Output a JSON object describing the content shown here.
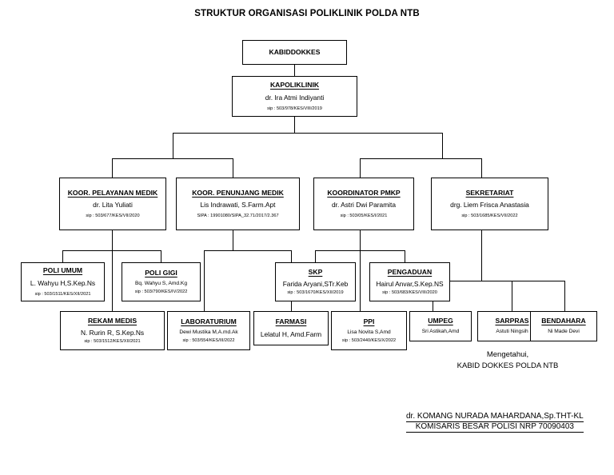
{
  "document": {
    "title": "STRUKTUR ORGANISASI POLIKLINIK POLDA NTB"
  },
  "nodes": {
    "kabiddokkes": {
      "header": "KABIDDOKKES",
      "name": "",
      "sip": ""
    },
    "kapoliklinik": {
      "header": "KAPOLIKLINIK",
      "name": "dr. Ira Atmi Indiyanti",
      "sip": "sip : 503/978/KES/VIII/2019"
    },
    "pelayanan_medik": {
      "header": "KOOR. PELAYANAN MEDIK",
      "name": "dr. Lita Yuliati",
      "sip": "sip : 503/677/KES/VII/2020"
    },
    "penunjang_medik": {
      "header": "KOOR. PENUNJANG MEDIK",
      "name": "Lis Indrawati, S.Farm.Apt",
      "sip": "SIPA : 19901080/SIPA_32.71/2017/2.367"
    },
    "koordinator_pmkp": {
      "header": "KOORDINATOR PMKP",
      "name": "dr. Astri Dwi Paramita",
      "sip": "sip : 503/05/KES/I/2021"
    },
    "sekretariat": {
      "header": "SEKRETARIAT",
      "name": "drg. Liem Frisca Anastasia",
      "sip": "sip : 503/1685/KES/VII/2022"
    },
    "poli_umum": {
      "header": "POLI UMUM",
      "name": "L. Wahyu H,S.Kep.Ns",
      "sip": "sip : 503/1511/KES/XII/2021"
    },
    "poli_gigi": {
      "header": "POLI GIGI",
      "name": "Bq. Wahyu S, Amd.Kg",
      "sip": "sip : 503/790/KES/IV/2022"
    },
    "skp": {
      "header": "SKP",
      "name": "Farida Aryani,STr.Keb",
      "sip": "sip : 503/1670/KES/XII/2019"
    },
    "pengaduan": {
      "header": "PENGADUAN",
      "name": "Hairul Anvar,S.Kep.NS",
      "sip": "sip : 503/683/KES/VIII/2020"
    },
    "rekam_medis": {
      "header": "REKAM MEDIS",
      "name": "N. Rurin R, S.Kep.Ns",
      "sip": "sip : 503/1512/KES/XII/2021"
    },
    "laboraturium": {
      "header": "LABORATURIUM",
      "name": "Dewi Mustika M,A.md.Ak",
      "sip": "sip : 503/554/KES/III/2022"
    },
    "farmasi": {
      "header": "FARMASI",
      "name": "Lelatul H, Amd.Farm",
      "sip": ""
    },
    "ppi": {
      "header": "PPI",
      "name": "Lisa Novita S,Amd",
      "sip": "sip : 503/2440/KES/X/2022"
    },
    "umpeg": {
      "header": "UMPEG",
      "name": "Sri Astikah,Amd",
      "sip": ""
    },
    "sarpras": {
      "header": "SARPRAS",
      "name": "Astuti Ningsih",
      "sip": ""
    },
    "bendahara": {
      "header": "BENDAHARA",
      "name": "Ni Made Devi",
      "sip": ""
    }
  },
  "footer": {
    "acknowledge_line1": "Mengetahui,",
    "acknowledge_line2": "KABID  DOKKES  POLDA  NTB",
    "signer_name": "dr. KOMANG NURADA MAHARDANA,Sp.THT-KL",
    "signer_rank": "KOMISARIS BESAR POLISI NRP 70090403"
  },
  "style": {
    "line_color": "#000000",
    "background": "#ffffff"
  }
}
